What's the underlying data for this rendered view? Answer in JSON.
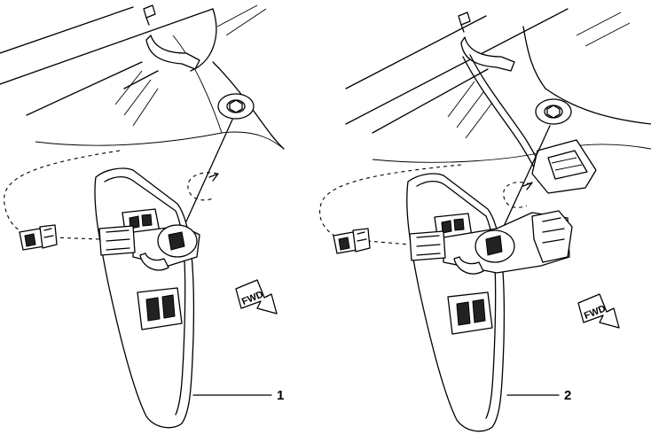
{
  "callouts": [
    {
      "id": "1",
      "label": "1"
    },
    {
      "id": "2",
      "label": "2"
    }
  ],
  "forward_arrow_text": "FWD",
  "icons": [
    "rear-view-mirror-icon",
    "connector-icon",
    "rain-sensor-icon",
    "forward-arrow-icon"
  ]
}
